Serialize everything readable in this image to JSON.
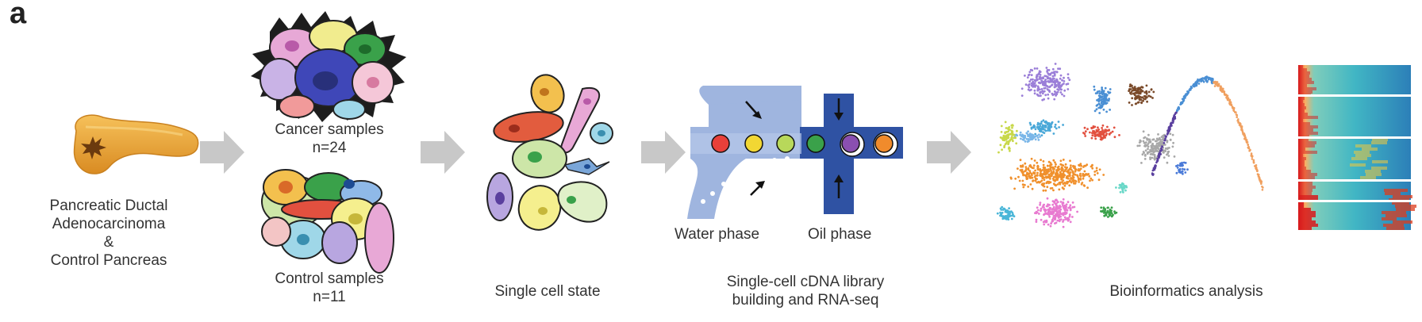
{
  "figure": {
    "panel_letter": "a",
    "step1": {
      "line1": "Pancreatic Ductal",
      "line2": "Adenocarcinoma",
      "line3": "&",
      "line4": "Control Pancreas"
    },
    "step2": {
      "cancer_title": "Cancer samples",
      "cancer_count": "n=24",
      "control_title": "Control samples",
      "control_count": "n=11"
    },
    "step3": {
      "label": "Single cell state"
    },
    "step4": {
      "water": "Water phase",
      "oil": "Oil phase",
      "line1": "Single-cell cDNA library",
      "line2": "building and RNA-seq"
    },
    "step5": {
      "label": "Bioinformatics analysis"
    }
  },
  "colors": {
    "arrow": "#c8c8c8",
    "channel_light": "#9fb5df",
    "channel_dark": "#2f52a3",
    "pancreas": "#eba83a",
    "droplets": [
      "#e8403a",
      "#f2d733",
      "#b8d85a",
      "#a8d8a0",
      "#3aa14a",
      "#8a4fb0",
      "#f08b2c"
    ]
  },
  "icons": [
    "pancreas-organ-icon",
    "tumor-spot-icon",
    "process-arrow-icon",
    "up-arrow-icon",
    "down-arrow-icon"
  ]
}
